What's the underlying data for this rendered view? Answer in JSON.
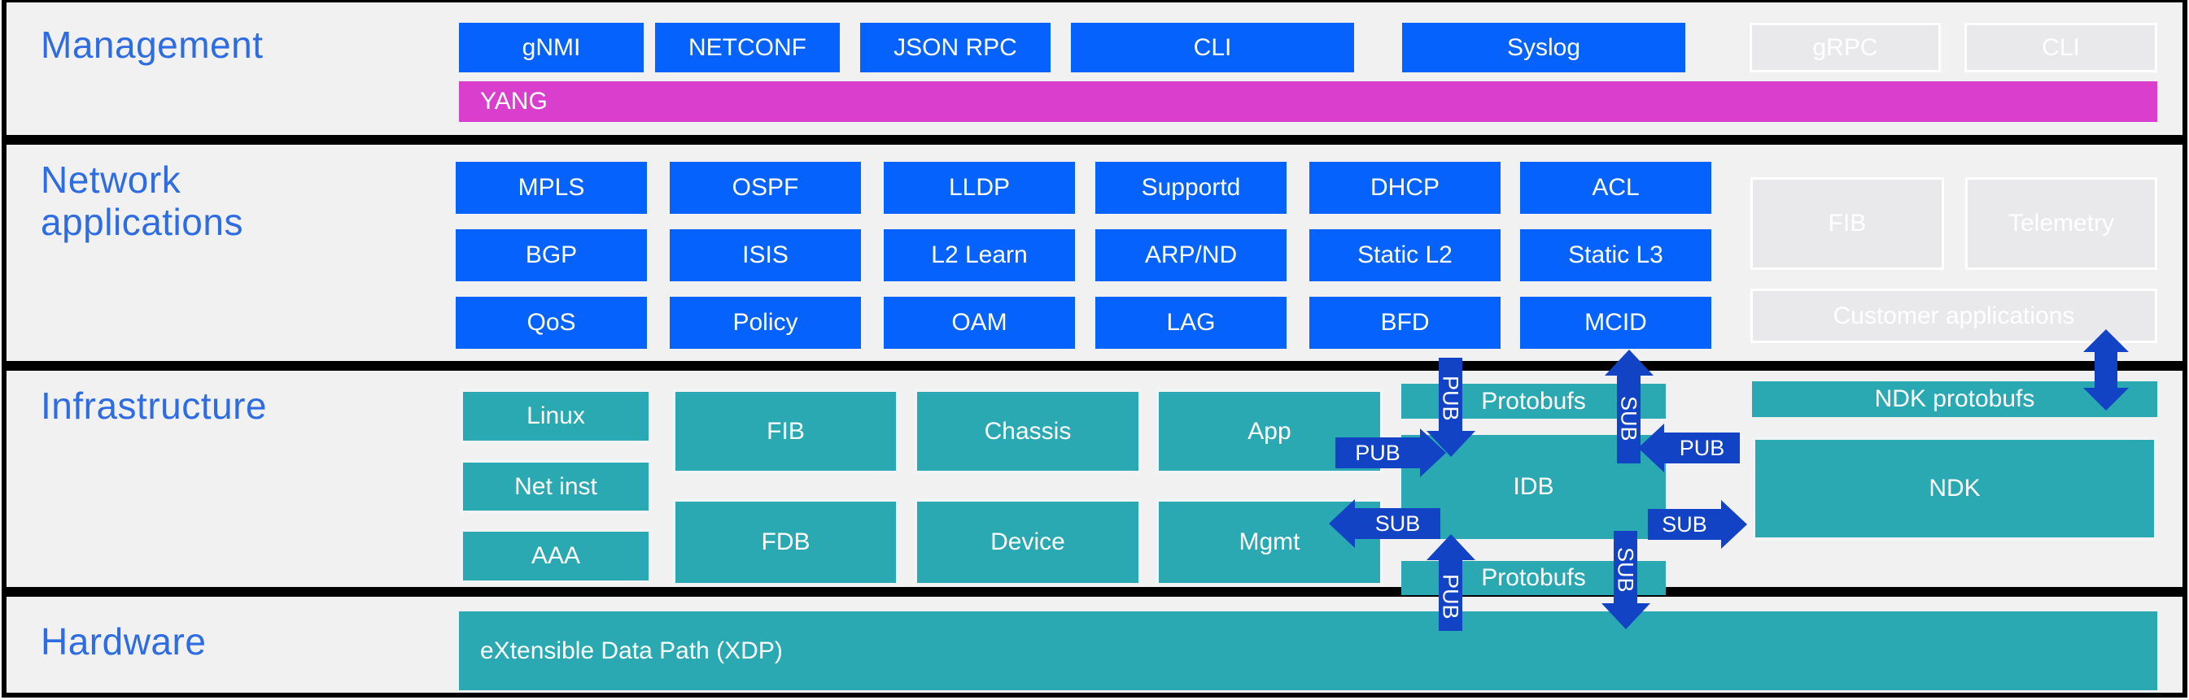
{
  "colors": {
    "box_blue": "#0562fc",
    "teal": "#2aa9b2",
    "magenta": "#d93fcc",
    "arrow_blue": "#1243c4",
    "section_label_blue": "#2e6ce1",
    "disabled_gray": "#e9e9eb"
  },
  "management": {
    "label": "Management",
    "protocols": [
      "gNMI",
      "NETCONF",
      "JSON RPC",
      "CLI",
      "Syslog"
    ],
    "future": [
      "gRPC",
      "CLI"
    ],
    "yang": "YANG"
  },
  "network_applications": {
    "label": "Network applications",
    "rows": [
      [
        "MPLS",
        "OSPF",
        "LLDP",
        "Supportd",
        "DHCP",
        "ACL"
      ],
      [
        "BGP",
        "ISIS",
        "L2 Learn",
        "ARP/ND",
        "Static L2",
        "Static L3"
      ],
      [
        "QoS",
        "Policy",
        "OAM",
        "LAG",
        "BFD",
        "MCID"
      ]
    ],
    "future": [
      "FIB",
      "Telemetry"
    ],
    "customer": "Customer applications"
  },
  "infrastructure": {
    "label": "Infrastructure",
    "os_stack": [
      "Linux",
      "Net inst",
      "AAA"
    ],
    "tables": [
      "FIB",
      "FDB"
    ],
    "platform": [
      "Chassis",
      "Device"
    ],
    "agents": [
      "App",
      "Mgmt"
    ],
    "idb": "IDB",
    "protobufs_top": "Protobufs",
    "protobufs_bottom": "Protobufs",
    "ndk_protobufs": "NDK protobufs",
    "ndk": "NDK"
  },
  "arrows": {
    "apps_pub": "PUB",
    "apps_sub": "SUB",
    "app_pub": "PUB",
    "mgmt_sub": "SUB",
    "ndk_pub": "PUB",
    "ndk_sub": "SUB",
    "hw_pub": "PUB",
    "hw_sub": "SUB"
  },
  "hardware": {
    "label": "Hardware",
    "xdp": "eXtensible Data Path (XDP)"
  }
}
